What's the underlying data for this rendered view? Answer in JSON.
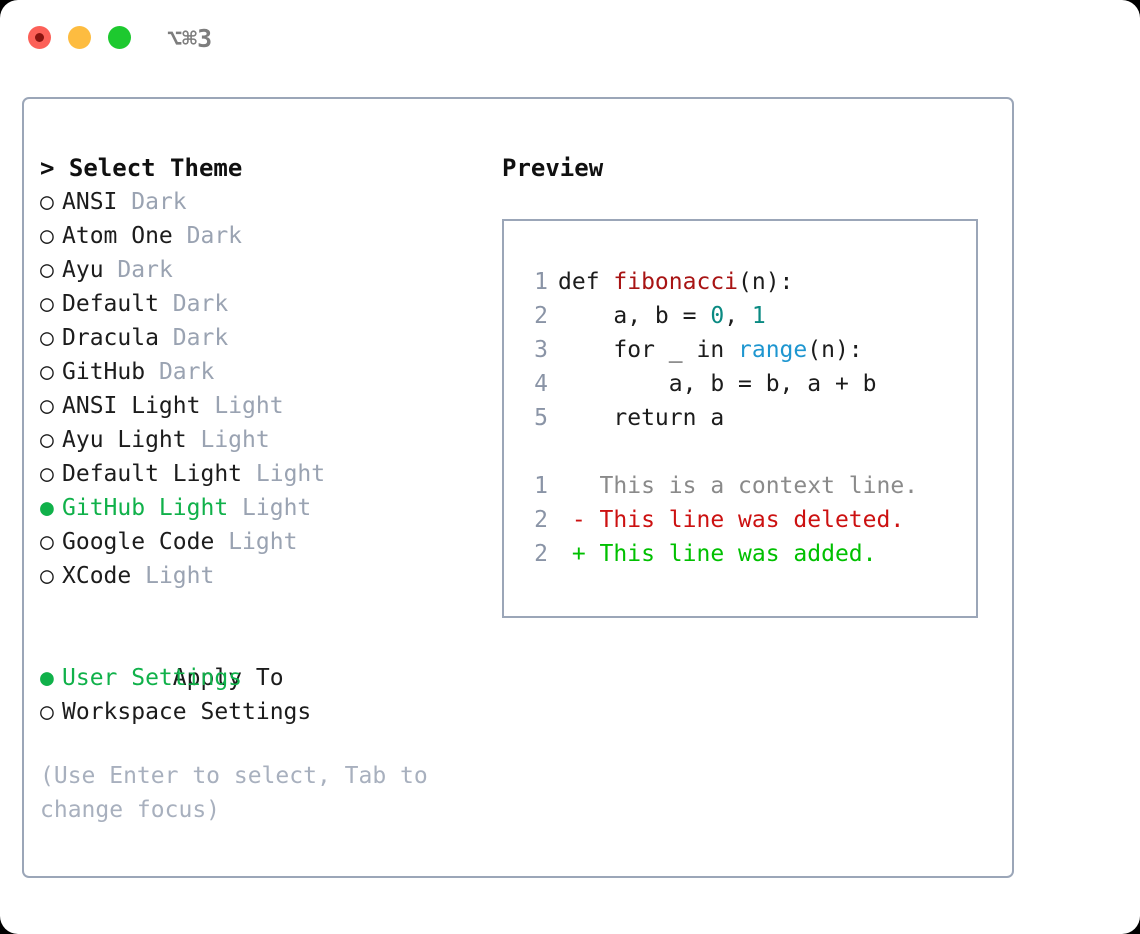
{
  "titlebar": {
    "shortcut": "⌥⌘3",
    "lights": [
      "close",
      "minimize",
      "zoom"
    ]
  },
  "theme_selector": {
    "header": "> Select Theme",
    "marker_selected": "●",
    "marker_unselected": "○",
    "options": [
      {
        "name": "ANSI",
        "kind": "Dark",
        "selected": false
      },
      {
        "name": "Atom One",
        "kind": "Dark",
        "selected": false
      },
      {
        "name": "Ayu",
        "kind": "Dark",
        "selected": false
      },
      {
        "name": "Default",
        "kind": "Dark",
        "selected": false
      },
      {
        "name": "Dracula",
        "kind": "Dark",
        "selected": false
      },
      {
        "name": "GitHub",
        "kind": "Dark",
        "selected": false
      },
      {
        "name": "ANSI Light",
        "kind": "Light",
        "selected": false
      },
      {
        "name": "Ayu Light",
        "kind": "Light",
        "selected": false
      },
      {
        "name": "Default Light",
        "kind": "Light",
        "selected": false
      },
      {
        "name": "GitHub Light",
        "kind": "Light",
        "selected": true
      },
      {
        "name": "Google Code",
        "kind": "Light",
        "selected": false
      },
      {
        "name": "XCode",
        "kind": "Light",
        "selected": false
      }
    ]
  },
  "apply_to": {
    "header": "Apply To",
    "options": [
      {
        "name": "User Settings",
        "selected": true
      },
      {
        "name": "Workspace Settings",
        "selected": false
      }
    ]
  },
  "hint": "(Use Enter to select, Tab to change focus)",
  "preview": {
    "title": "Preview",
    "code_lines": [
      {
        "num": "1",
        "indent": "",
        "segments": [
          {
            "text": "def ",
            "style": "plain"
          },
          {
            "text": "fibonacci",
            "style": "fn"
          },
          {
            "text": "(n):",
            "style": "plain"
          }
        ]
      },
      {
        "num": "2",
        "indent": "    ",
        "segments": [
          {
            "text": "a, b = ",
            "style": "plain"
          },
          {
            "text": "0",
            "style": "num"
          },
          {
            "text": ", ",
            "style": "plain"
          },
          {
            "text": "1",
            "style": "num"
          }
        ]
      },
      {
        "num": "3",
        "indent": "    ",
        "segments": [
          {
            "text": "for _ in ",
            "style": "plain"
          },
          {
            "text": "range",
            "style": "builtin"
          },
          {
            "text": "(n):",
            "style": "plain"
          }
        ]
      },
      {
        "num": "4",
        "indent": "        ",
        "segments": [
          {
            "text": "a, b = b, a + b",
            "style": "plain"
          }
        ]
      },
      {
        "num": "5",
        "indent": "    ",
        "segments": [
          {
            "text": "return a",
            "style": "plain"
          }
        ]
      }
    ],
    "diff_lines": [
      {
        "num": "1",
        "sign": " ",
        "text": "This is a context line.",
        "kind": "context"
      },
      {
        "num": "2",
        "sign": "-",
        "text": "This line was deleted.",
        "kind": "deleted"
      },
      {
        "num": "2",
        "sign": "+",
        "text": "This line was added.",
        "kind": "added"
      }
    ]
  },
  "colors": {
    "selected_green": "#10b14a",
    "diff_added": "#00c000",
    "diff_deleted": "#cc1111",
    "diff_context": "#8a8a8a",
    "syntax_function": "#a81414",
    "syntax_number": "#0a8a82",
    "syntax_builtin": "#1e96d0",
    "line_number": "#8a94a6",
    "muted_label": "#9aa3b2",
    "hint_text": "#a8b0be",
    "border": "#9ba6b8",
    "background": "#ffffff"
  }
}
